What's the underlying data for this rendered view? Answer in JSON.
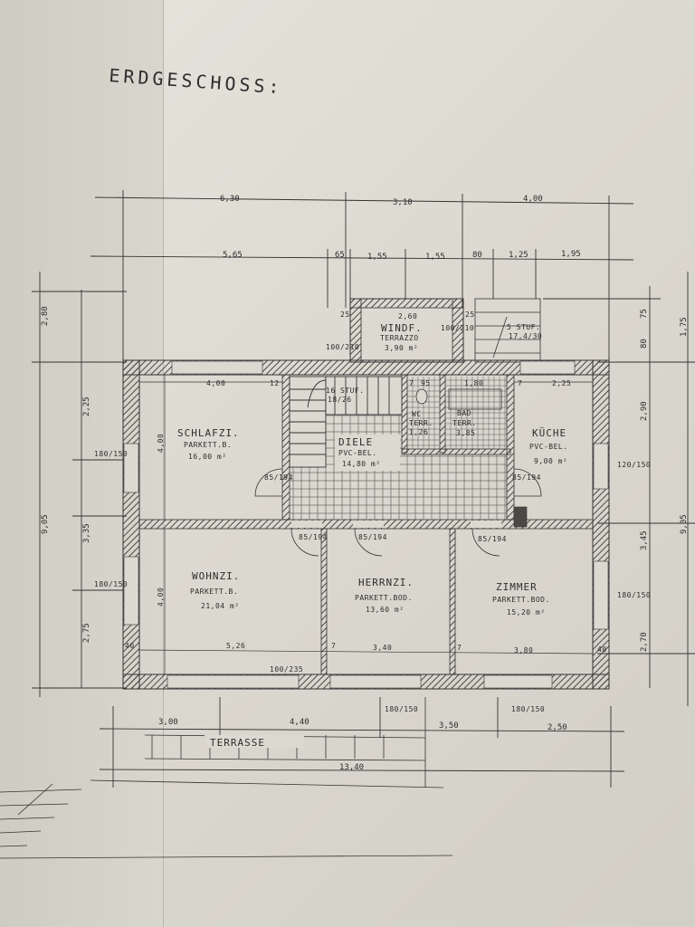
{
  "title": "ERDGESCHOSS:",
  "dims_top_row1": [
    "6,30",
    "3,10",
    "4,00"
  ],
  "dims_top_row2": [
    "5,65",
    "65",
    "1,55",
    "1,55",
    "80",
    "1,25",
    "1,95"
  ],
  "dims_left": [
    "2,80",
    "2,25",
    "3,35",
    "2,75",
    "9,05"
  ],
  "dims_right": [
    "75",
    "1,75",
    "80",
    "2,90",
    "3,45",
    "2,70",
    "9,05"
  ],
  "dims_bottom_row1": [
    "3,00",
    "4,40",
    "3,50",
    "2,50"
  ],
  "dims_bottom_row2": [
    "13,40"
  ],
  "dims_inner": [
    "4,00",
    "12",
    "4,00",
    "5,26",
    "3,40",
    "3,80",
    "2,25",
    "1,80",
    "40",
    "40",
    "7",
    "7",
    "7",
    "95",
    "7"
  ],
  "opening_labels": [
    "180/150",
    "180/150",
    "120/150",
    "180/150",
    "100/235",
    "180/150",
    "180/150",
    "85/194",
    "85/194",
    "85/194",
    "85/194",
    "85/194",
    "100/210",
    "100/210",
    "2,60",
    "25",
    "25"
  ],
  "rooms": {
    "schlafzi": {
      "name": "SCHLAFZI.",
      "floor": "PARKETT.B.",
      "area": "16,00 m²"
    },
    "diele": {
      "name": "DIELE",
      "floor": "PVC-BEL.",
      "area": "14,80 m²"
    },
    "wc": {
      "name": "WC",
      "floor": "TERR.",
      "area": "1,26"
    },
    "bad": {
      "name": "BAD",
      "floor": "TERR.",
      "area": "3,85"
    },
    "kueche": {
      "name": "KÜCHE",
      "floor": "PVC-BEL.",
      "area": "9,00 m²"
    },
    "windf": {
      "name": "WINDF.",
      "floor": "TERRAZZO",
      "area": "3,90 m²"
    },
    "wohnzi": {
      "name": "WOHNZI.",
      "floor": "PARKETT.B.",
      "area": "21,04 m²"
    },
    "herrnzi": {
      "name": "HERRNZI.",
      "floor": "PARKETT.BOD.",
      "area": "13,60 m²"
    },
    "zimmer": {
      "name": "ZIMMER",
      "floor": "PARKETT.BOD.",
      "area": "15,20 m²"
    },
    "terrasse": {
      "name": "TERRASSE"
    }
  },
  "stairs_main": {
    "steps": "16 STUF.",
    "ratio": "18/26"
  },
  "stairs_entry": {
    "steps": "5 STUF.",
    "ratio": "17,4/30"
  },
  "colors": {
    "paper": "#dedbd2",
    "ink": "#2d2d2d",
    "wall": "#6f6d68"
  }
}
